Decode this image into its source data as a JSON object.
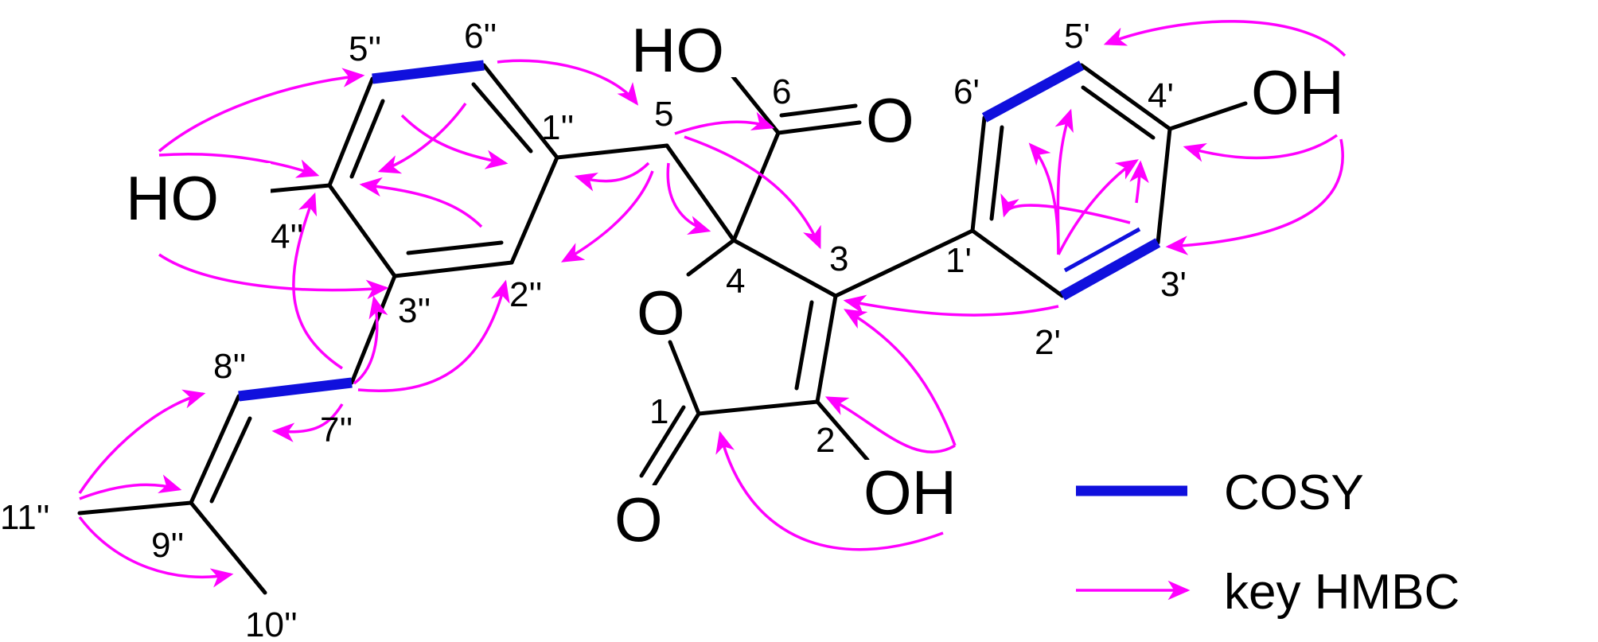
{
  "atoms": {
    "ho_left": "HO",
    "ho_top": "HO",
    "o_carbonyl_top": "O",
    "oh_right": "OH",
    "o_ring": "O",
    "o_bottom": "O",
    "oh_bottom": "OH"
  },
  "numbers": {
    "n1": "1",
    "n2": "2",
    "n3": "3",
    "n4": "4",
    "n5": "5",
    "n6": "6",
    "n1p": "1'",
    "n2p": "2'",
    "n3p": "3'",
    "n4p": "4'",
    "n5p": "5'",
    "n6p": "6'",
    "n1pp": "1''",
    "n2pp": "2''",
    "n3pp": "3''",
    "n4pp": "4''",
    "n5pp": "5''",
    "n6pp": "6''",
    "n7pp": "7''",
    "n8pp": "8''",
    "n9pp": "9''",
    "n10pp": "10''",
    "n11pp": "11''"
  },
  "legend": {
    "cosy_label": "COSY",
    "hmbc_label": "key HMBC",
    "cosy_color": "#1010dd",
    "hmbc_color": "#ff00ff"
  }
}
